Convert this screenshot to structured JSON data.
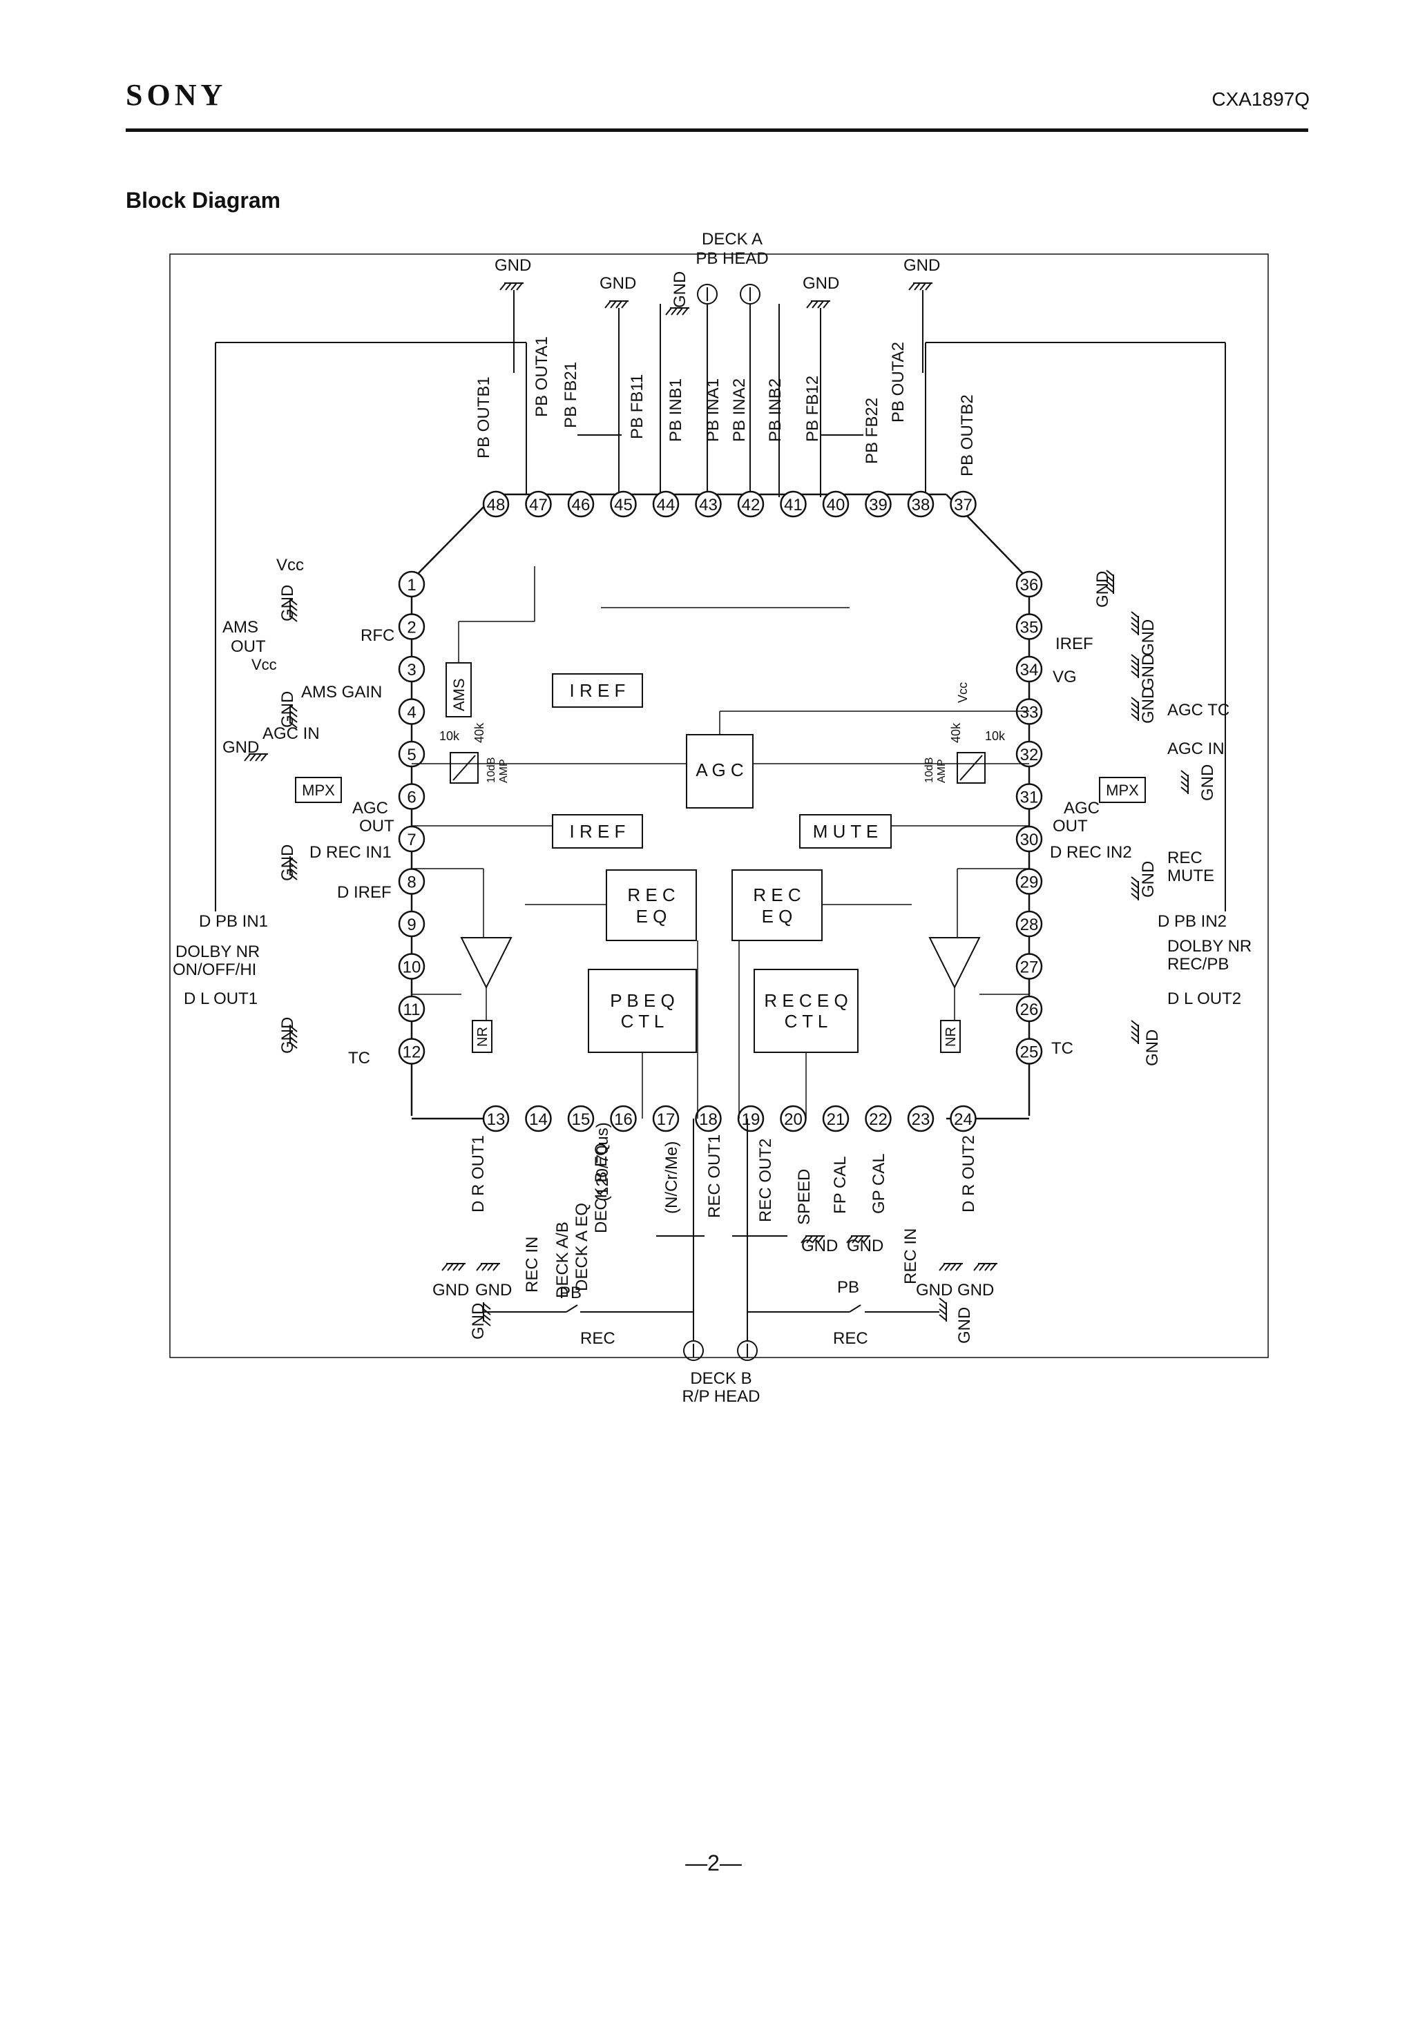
{
  "header": {
    "brand": "SONY",
    "part_number": "CXA1897Q"
  },
  "section_title": "Block Diagram",
  "page_number": "—2—",
  "pins": {
    "left": [
      {
        "n": "1"
      },
      {
        "n": "2"
      },
      {
        "n": "3"
      },
      {
        "n": "4"
      },
      {
        "n": "5"
      },
      {
        "n": "6"
      },
      {
        "n": "7"
      },
      {
        "n": "8"
      },
      {
        "n": "9"
      },
      {
        "n": "10"
      },
      {
        "n": "11"
      },
      {
        "n": "12"
      }
    ],
    "right": [
      {
        "n": "36"
      },
      {
        "n": "35"
      },
      {
        "n": "34"
      },
      {
        "n": "33"
      },
      {
        "n": "32"
      },
      {
        "n": "31"
      },
      {
        "n": "30"
      },
      {
        "n": "29"
      },
      {
        "n": "28"
      },
      {
        "n": "27"
      },
      {
        "n": "26"
      },
      {
        "n": "25"
      }
    ],
    "top": [
      {
        "n": "48"
      },
      {
        "n": "47"
      },
      {
        "n": "46"
      },
      {
        "n": "45"
      },
      {
        "n": "44"
      },
      {
        "n": "43"
      },
      {
        "n": "42"
      },
      {
        "n": "41"
      },
      {
        "n": "40"
      },
      {
        "n": "39"
      },
      {
        "n": "38"
      },
      {
        "n": "37"
      }
    ],
    "bottom": [
      {
        "n": "13"
      },
      {
        "n": "14"
      },
      {
        "n": "15"
      },
      {
        "n": "16"
      },
      {
        "n": "17"
      },
      {
        "n": "18"
      },
      {
        "n": "19"
      },
      {
        "n": "20"
      },
      {
        "n": "21"
      },
      {
        "n": "22"
      },
      {
        "n": "23"
      },
      {
        "n": "24"
      }
    ]
  },
  "top_pin_labels": [
    "PB OUTB1",
    "PB OUTA1",
    "PB FB21",
    "PB FB11",
    "PB INB1",
    "PB INA1",
    "PB INA2",
    "PB INB2",
    "PB FB12",
    "PB FB22",
    "PB OUTA2",
    "PB OUTB2"
  ],
  "bottom_pin_labels": [
    "D R OUT1",
    "REC IN",
    "DECK A/B",
    "DECK A EQ",
    "DECK B EQ",
    "(120/70us)",
    "(N/Cr/Me)",
    "REC OUT1",
    "REC OUT2",
    "SPEED",
    "FP CAL",
    "GP CAL",
    "REC IN",
    "D R OUT2"
  ],
  "left_labels": {
    "vcc_top": "Vcc",
    "rfc": "RFC",
    "ams_out_1": "AMS",
    "ams_out_2": "OUT",
    "vcc_3": "Vcc",
    "ams_gain": "AMS GAIN",
    "agc_in": "AGC IN",
    "agc_out_1": "AGC",
    "agc_out_2": "OUT",
    "d_rec_in1": "D REC IN1",
    "d_iref": "D IREF",
    "d_pb_in1": "D PB IN1",
    "dolby_1": "DOLBY NR",
    "dolby_2": "ON/OFF/HI",
    "d_l_out1": "D L OUT1",
    "tc": "TC"
  },
  "right_labels": {
    "iref": "IREF",
    "vg": "VG",
    "agc_tc": "AGC TC",
    "agc_in": "AGC IN",
    "agc_out_1": "AGC",
    "agc_out_2": "OUT",
    "d_rec_in2": "D REC IN2",
    "rec_mute_1": "REC",
    "rec_mute_2": "MUTE",
    "d_pb_in2": "D PB IN2",
    "dolby_1": "DOLBY NR",
    "dolby_2": "REC/PB",
    "d_l_out2": "D L OUT2",
    "tc": "TC",
    "vcc": "Vcc"
  },
  "top_labels": {
    "deck_a_1": "DECK A",
    "deck_a_2": "PB HEAD"
  },
  "bottom_labels": {
    "deck_b_1": "DECK B",
    "deck_b_2": "R/P HEAD",
    "pb": "PB",
    "rec": "REC"
  },
  "blocks": {
    "ams": "AMS",
    "iref_upper": "I R E F",
    "agc": "A G C",
    "iref_lower": "I R E F",
    "mute": "M U T E",
    "rec_eq": "R E C",
    "eq": "E Q",
    "pbeq_1": "P B E Q",
    "pbeq_2": "C T L",
    "receq_1": "R E C E Q",
    "receq_2": "C T L",
    "mpx": "MPX",
    "nr": "NR",
    "amp_1": "10dB",
    "amp_2": "AMP",
    "r10k": "10k",
    "r40k": "40k"
  },
  "gnd": "GND"
}
